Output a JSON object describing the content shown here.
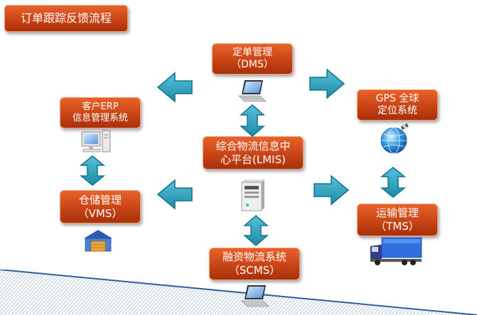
{
  "title": "订单跟踪反馈流程",
  "nodes": {
    "dms": {
      "line1": "定单管理",
      "line2": "（DMS）"
    },
    "gps": {
      "line1": "GPS 全球",
      "line2": "定位系统"
    },
    "erp": {
      "line1": "客户ERP",
      "line2": "信息管理系统"
    },
    "lmis": {
      "line1": "综合物流信息中",
      "line2": "心平台(LMIS)"
    },
    "vms": {
      "line1": "仓储管理",
      "line2": "（VMS）"
    },
    "tms": {
      "line1": "运输管理",
      "line2": "（TMS）"
    },
    "scms": {
      "line1": "融资物流系统",
      "line2": "（SCMS）"
    }
  },
  "icons": [
    "laptop-icon",
    "desktop-computer-icon",
    "server-icon",
    "globe-satellite-icon",
    "warehouse-icon",
    "truck-icon"
  ],
  "colors": {
    "box_orange": "#c84416",
    "arrow_teal": "#2ba3c2",
    "arrow_teal_dark": "#16738c"
  }
}
